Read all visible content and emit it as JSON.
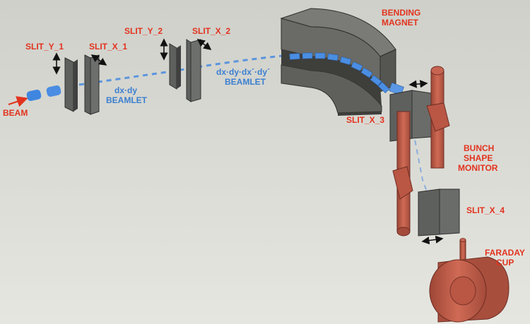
{
  "labels": {
    "beam": "BEAM",
    "slit_y_1": "SLIT_Y_1",
    "slit_x_1": "SLIT_X_1",
    "slit_y_2": "SLIT_Y_2",
    "slit_x_2": "SLIT_X_2",
    "bending_magnet_line1": "BENDING",
    "bending_magnet_line2": "MAGNET",
    "slit_x_3": "SLIT_X_3",
    "bunch_line1": "BUNCH",
    "bunch_line2": "SHAPE",
    "bunch_line3": "MONITOR",
    "slit_x_4": "SLIT_X_4",
    "faraday_line1": "FARADAY",
    "faraday_line2": "CUP",
    "beamlet1_line1": "dx·dy",
    "beamlet1_line2": "BEAMLET",
    "beamlet2_line1": "dx·dy·dx´·dy´",
    "beamlet2_line2": "BEAMLET"
  },
  "colors": {
    "label_red": "#e2331e",
    "label_blue": "#3b7fd0",
    "slit_gray": "#5e605e",
    "magnet_gray": "#6a6a66",
    "copper": "#bf5b48",
    "beam_blue": "#3f86e0"
  }
}
